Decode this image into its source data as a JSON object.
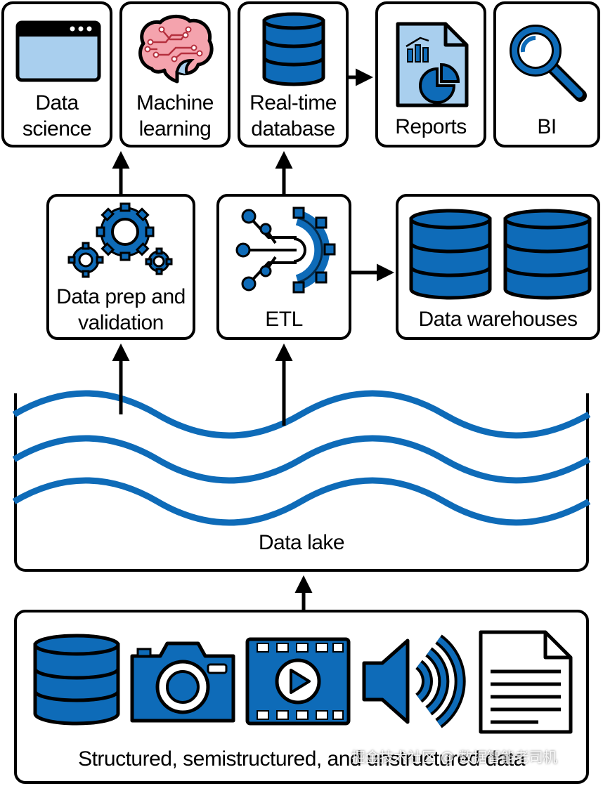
{
  "colors": {
    "blue": "#0e6bb8",
    "light_blue": "#a9cfee",
    "pink": "#f4a3ad",
    "stroke": "#000000"
  },
  "top_row": [
    {
      "id": "data-science",
      "lines": [
        "Data",
        "science"
      ],
      "icon": "browser-window-icon"
    },
    {
      "id": "machine-learning",
      "lines": [
        "Machine",
        "learning"
      ],
      "icon": "brain-icon"
    },
    {
      "id": "realtime-db",
      "lines": [
        "Real-time",
        "database"
      ],
      "icon": "database-icon"
    },
    {
      "id": "reports",
      "lines": [
        "Reports"
      ],
      "icon": "report-document-icon"
    },
    {
      "id": "bi",
      "lines": [
        "BI"
      ],
      "icon": "magnifier-icon"
    }
  ],
  "middle_row": [
    {
      "id": "data-prep",
      "lines": [
        "Data prep and",
        "validation"
      ],
      "icon": "gears-icon"
    },
    {
      "id": "etl",
      "lines": [
        "ETL"
      ],
      "icon": "etl-gear-icon"
    },
    {
      "id": "data-warehouses",
      "lines": [
        "Data warehouses"
      ],
      "icon": "database-pair-icon"
    }
  ],
  "lake": {
    "label": "Data lake",
    "icon": "waves-icon"
  },
  "sources": {
    "label": "Structured, semistructured, and unstructured data",
    "icons": [
      "database-icon",
      "camera-icon",
      "video-icon",
      "speaker-icon",
      "document-icon"
    ]
  },
  "watermark": "掘金技术社区 @ 数据智能老司机"
}
